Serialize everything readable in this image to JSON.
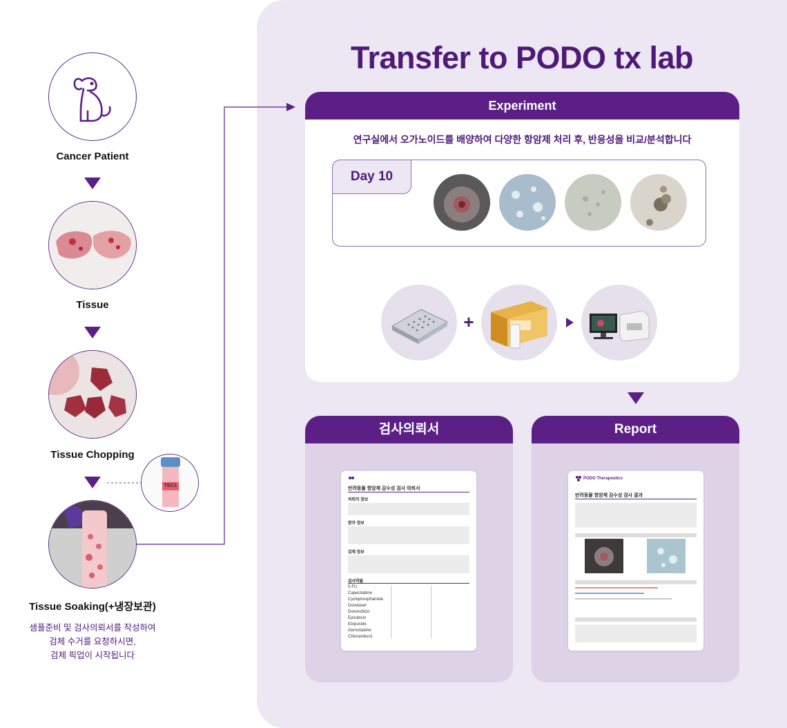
{
  "title": "Transfer to PODO tx lab",
  "steps": [
    {
      "label": "Cancer Patient"
    },
    {
      "label": "Tissue"
    },
    {
      "label": "Tissue  Chopping"
    },
    {
      "label": "Tissue  Soaking(+냉장보관)"
    }
  ],
  "tube_label": "TBC1",
  "note": [
    "샘플준비 및 검사의뢰서를 작성하여",
    "검체 수거를 요청하시면,",
    "검체 픽업이 시작됩니다"
  ],
  "experiment": {
    "header": "Experiment",
    "description": "연구실에서 오가노이드를 배양하여 다양한 항암제 처리 후, 반응성을 비교/분석합니다",
    "day_label": "Day 10",
    "plus": "+"
  },
  "request_form": {
    "header": "검사의뢰서",
    "doc_title": "반려동물 항암제 감수성 검사 의뢰서",
    "sections": [
      "의뢰자 정보",
      "환자 정보",
      "검체 정보",
      "검사약물"
    ],
    "drugs": [
      "5-FU",
      "Capecitabine",
      "Cyclophosphamide",
      "Docetaxel",
      "Doxorubicin",
      "Epirubicin",
      "Etoposide",
      "Gemcitabine",
      "Chlorambucil"
    ]
  },
  "report": {
    "header": "Report",
    "brand": "PODO Therapeutics",
    "doc_title": "반려동물 항암제 감수성 검사 결과"
  },
  "colors": {
    "primary": "#5b1f86",
    "panel": "#ece7f3",
    "subcard": "#ddd2e6"
  }
}
